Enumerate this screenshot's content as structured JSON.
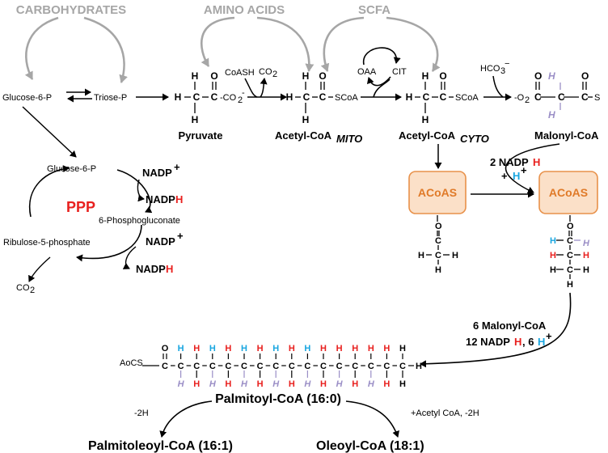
{
  "categories": {
    "carbohydrates": "CARBOHYDRATES",
    "amino_acids": "AMINO ACIDS",
    "scfa": "SCFA"
  },
  "metabolites": {
    "glucose6p": "Glucose-6-P",
    "triose_p": "Triose-P",
    "pyruvate": "Pyruvate",
    "acetyl_coa_mito": "Acetyl-CoA",
    "acetyl_coa_mito_sub": "MITO",
    "acetyl_coa_cyto": "Acetyl-CoA",
    "acetyl_coa_cyto_sub": "CYTO",
    "malonyl_coa": "Malonyl-CoA",
    "coash": "CoASH",
    "co2": "CO",
    "two": "2",
    "oaa": "OAA",
    "cit": "CIT",
    "hco3": "HCO",
    "hco3_sub": "3",
    "hco3_sup": "−"
  },
  "structures": {
    "pyruvate_chain": "-CO",
    "pyruvate_charge": "-",
    "scoa": "SCoA",
    "malonyl_lead": "-O",
    "malonyl_c": "C"
  },
  "ppp": {
    "label": "PPP",
    "glucose6p": "Glucose-6-P",
    "phosphogluconate": "6-Phosphogluconate",
    "ribulose": "Ribulose-5-phosphate",
    "nadp_plus_1": "NADP",
    "nadph_1": "NADP",
    "nadp_plus_2": "NADP",
    "nadph_2": "NADP",
    "plus": "+",
    "h": "H",
    "co2": "CO",
    "two": "2"
  },
  "acoas": {
    "label_left": "ACoAS",
    "label_right": "ACoAS",
    "nadph_text": "2 NADP",
    "h_red": "H",
    "plus_h": "+ ",
    "h_blue": "H",
    "h_sup": "+"
  },
  "elongation": {
    "line1": "6 Malonyl-CoA",
    "line2_pre": "12 NADP",
    "line2_red": "H",
    "line2_mid": ", 6",
    "line2_blue": "H",
    "line2_sup": "+"
  },
  "palmitoyl": {
    "prefix": "AoCS",
    "name": "Palmitoyl-CoA (16:0)"
  },
  "products": {
    "left_cond": "-2H",
    "right_cond": "+Acetyl CoA, -2H",
    "palmitoleoyl": "Palmitoleoyl-CoA (16:1)",
    "oleoyl": "Oleoyl-CoA (18:1)"
  },
  "colors": {
    "red_h": "#e8201e",
    "blue_h": "#19a6e0",
    "purple_h": "#9a8ec6",
    "acoas_fill": "#fbe0c8",
    "acoas_border": "#e8914a",
    "gray_arrow": "#a6a6a6"
  }
}
